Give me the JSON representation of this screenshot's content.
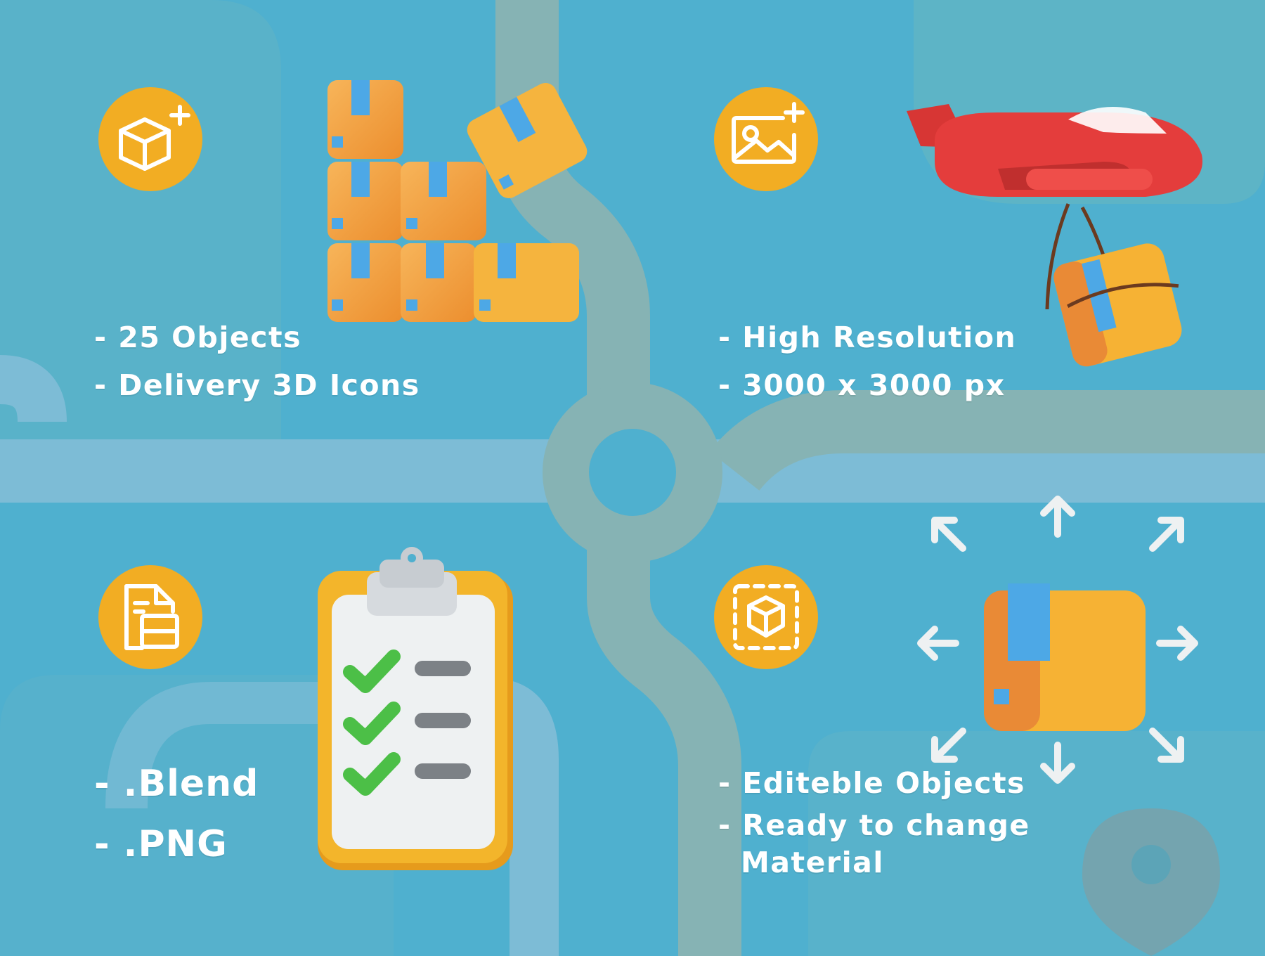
{
  "colors": {
    "background": "#4fb0cf",
    "road": "#86b3b4",
    "road_light": "#7ebfd8",
    "badge": "#f2ad23",
    "box_orange": "#f3a33e",
    "tape_blue": "#4da8e6",
    "plane_red": "#e43d3c",
    "check_green": "#4cbf47",
    "clipboard_yellow": "#f3b52b",
    "text": "#ffffff"
  },
  "features": [
    {
      "id": "objects",
      "icon": "cube-plus-icon",
      "illustration": "stacked-boxes-icon",
      "lines": [
        "- 25 Objects",
        "- Delivery 3D Icons"
      ]
    },
    {
      "id": "resolution",
      "icon": "image-plus-icon",
      "illustration": "airplane-parcel-icon",
      "lines": [
        "- High Resolution",
        "- 3000 x 3000 px"
      ]
    },
    {
      "id": "formats",
      "icon": "file-icon",
      "illustration": "clipboard-checklist-icon",
      "lines": [
        "- .Blend",
        "- .PNG"
      ]
    },
    {
      "id": "editable",
      "icon": "cube-select-icon",
      "illustration": "box-scale-arrows-icon",
      "lines": [
        "- Editeble Objects",
        "- Ready to change",
        "Material"
      ]
    }
  ]
}
